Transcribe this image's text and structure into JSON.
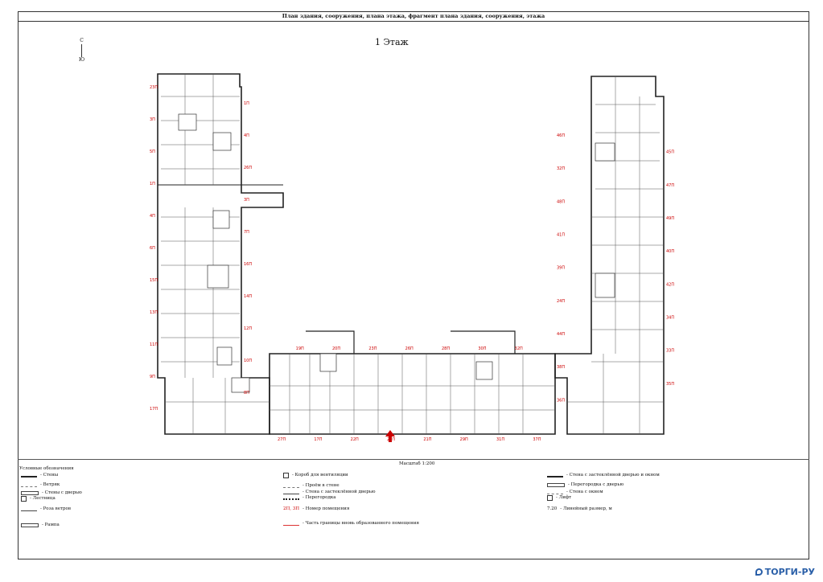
{
  "header": {
    "title": "План здания, сооружения, плана этажа, фрагмент плана здания, сооружения, этажа",
    "floor": "1 Этаж"
  },
  "north": {
    "top": "С",
    "bottom": "Ю"
  },
  "scale": "Масштаб 1:200",
  "room_labels_left": [
    "23П",
    "1П",
    "3П",
    "4П",
    "5П",
    "26П",
    "1П",
    "3П",
    "4П",
    "7П",
    "6П",
    "16П",
    "15П",
    "14П",
    "13П",
    "12П",
    "11П",
    "10П",
    "9П",
    "8П",
    "17П"
  ],
  "room_labels_right": [
    "46П",
    "45П",
    "32П",
    "47П",
    "48П",
    "49П",
    "41П",
    "40П",
    "39П",
    "42П",
    "24П",
    "34П",
    "44П",
    "33П",
    "38П",
    "35П",
    "36П"
  ],
  "room_labels_bottom": [
    "27П",
    "19П",
    "17П",
    "20П",
    "22П",
    "23П",
    "25П",
    "26П",
    "21П",
    "28П",
    "29П",
    "30П",
    "31П",
    "32П",
    "37П"
  ],
  "legend": {
    "title": "Условные обозначения",
    "items": [
      {
        "id": "wall",
        "label": "- Стены"
      },
      {
        "id": "vent",
        "label": "- Ветряк"
      },
      {
        "id": "door",
        "label": "- Стены с дверью"
      },
      {
        "id": "stairs",
        "label": "- Лестница"
      },
      {
        "id": "wind",
        "label": "- Роза ветров"
      },
      {
        "id": "ramp",
        "label": "- Рампа"
      },
      {
        "id": "duct",
        "label": "- Короб для вентиляции"
      },
      {
        "id": "opening",
        "label": "- Проём в стене"
      },
      {
        "id": "glass-wall",
        "label": "- Стена с застеклённой дверью"
      },
      {
        "id": "partition",
        "label": "- Перегородка"
      },
      {
        "id": "room-number",
        "label": "- Номер помещения",
        "sample": "2П, 3П"
      },
      {
        "id": "boundary",
        "label": "- Часть границы вновь образованного помещения"
      },
      {
        "id": "glass-door-window",
        "label": "- Стена с застеклённой дверью и окном"
      },
      {
        "id": "partition-door",
        "label": "- Перегородка с дверью"
      },
      {
        "id": "window-wall",
        "label": "- Стена с окном"
      },
      {
        "id": "lift",
        "label": "- Лифт"
      },
      {
        "id": "dimension",
        "label": "- Линейный размер, м",
        "sample": "7.20"
      }
    ]
  },
  "watermark": "ТОРГИ-РУ",
  "colors": {
    "room_number": "#cc0000",
    "wall": "#222222",
    "watermark": "#2a5fa8",
    "arrow": "#cc0000"
  }
}
